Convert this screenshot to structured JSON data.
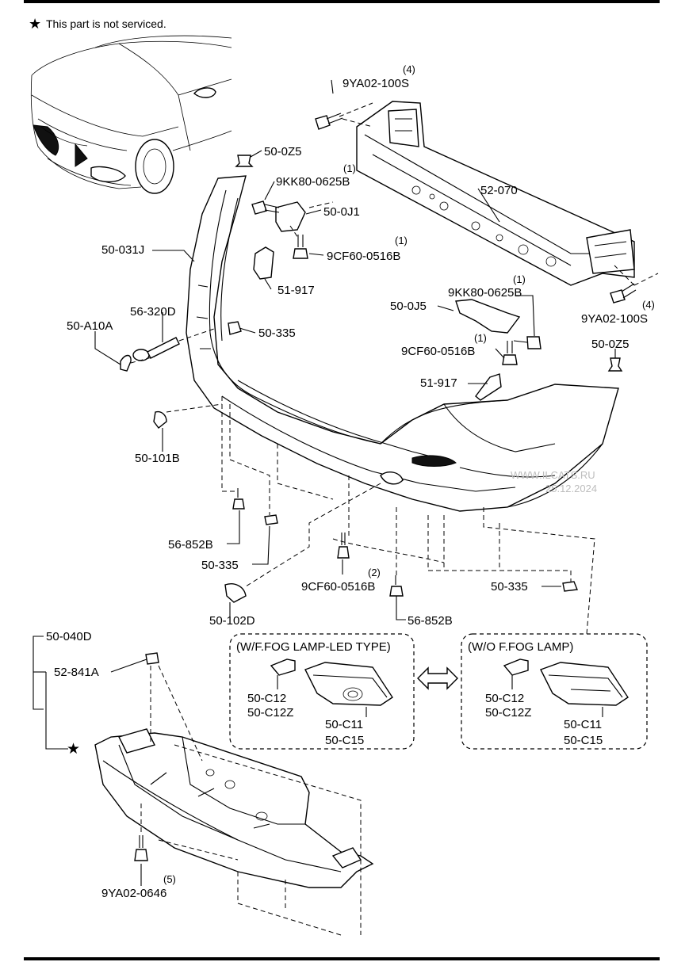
{
  "note": {
    "star": "★",
    "text": "This part is not serviced."
  },
  "labels": {
    "p50_0Z5_top": "50-0Z5",
    "p9YA02_100S_top": "9YA02-100S",
    "q4_top": "(4)",
    "p9KK80_0625B_top": "9KK80-0625B",
    "q1_a": "(1)",
    "p50_0J1": "50-0J1",
    "p52_070": "52-070",
    "p50_031J": "50-031J",
    "p9CF60_0516B_top": "9CF60-0516B",
    "q1_b": "(1)",
    "p51_917_top": "51-917",
    "p9KK80_0625B_mid": "9KK80-0625B",
    "q1_c": "(1)",
    "p50_0J5": "50-0J5",
    "p56_320D": "56-320D",
    "p50_A10A": "50-A10A",
    "p50_335_top": "50-335",
    "q4_right": "(4)",
    "p9YA02_100S_right": "9YA02-100S",
    "q1_d": "(1)",
    "p9CF60_0516B_mid": "9CF60-0516B",
    "p50_0Z5_right": "50-0Z5",
    "p51_917_mid": "51-917",
    "p50_101B": "50-101B",
    "p56_852B_left": "56-852B",
    "p50_335_left": "50-335",
    "q2": "(2)",
    "p9CF60_0516B_low": "9CF60-0516B",
    "p50_335_right": "50-335",
    "p56_852B_right": "56-852B",
    "p50_102D": "50-102D",
    "p50_040D": "50-040D",
    "p52_841A": "52-841A",
    "star_mark": "★",
    "p9YA02_0646": "9YA02-0646",
    "q5": "(5)"
  },
  "boxes": {
    "led": {
      "title": "(W/F.FOG LAMP-LED TYPE)",
      "c12": "50-C12",
      "c12z": "50-C12Z",
      "c11": "50-C11",
      "c15": "50-C15"
    },
    "nofog": {
      "title": "(W/O F.FOG LAMP)",
      "c12": "50-C12",
      "c12z": "50-C12Z",
      "c11": "50-C11",
      "c15": "50-C15"
    }
  },
  "watermark": {
    "site": "WWW.ILCATS.RU",
    "date": "25.12.2024"
  }
}
